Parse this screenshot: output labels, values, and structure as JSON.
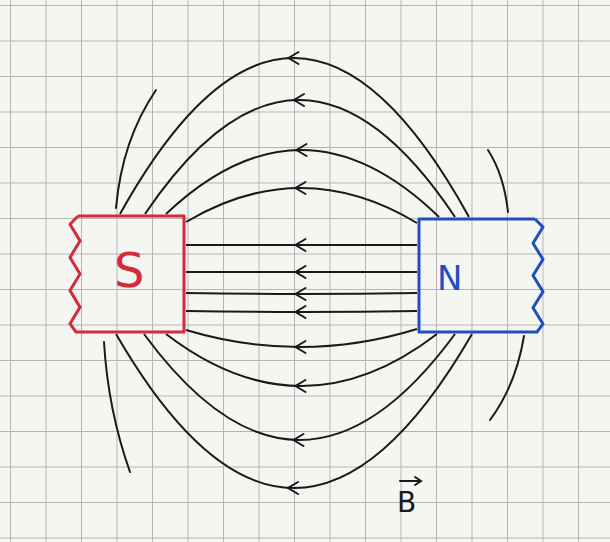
{
  "diagram": {
    "nodes": [
      {
        "text": [
          "S"
        ]
      },
      {
        "text": [
          "N"
        ]
      }
    ],
    "edges": [
      {
        "from": 1,
        "to": 0,
        "arrow": "to"
      },
      {
        "from": 1,
        "to": 0,
        "arrow": "to"
      },
      {
        "from": 1,
        "to": 0,
        "arrow": "to"
      },
      {
        "from": 1,
        "to": 0,
        "arrow": "to"
      },
      {
        "from": 1,
        "to": 0,
        "arrow": "to"
      },
      {
        "from": 1,
        "to": 0,
        "arrow": "to"
      },
      {
        "from": 1,
        "to": 0,
        "arrow": "to"
      },
      {
        "from": 1,
        "to": 0,
        "arrow": "to"
      },
      {
        "from": 1,
        "to": 0,
        "arrow": "to"
      },
      {
        "from": 1,
        "to": 0,
        "arrow": "to"
      },
      {
        "from": 1,
        "to": 0,
        "arrow": "to"
      },
      {
        "from": 1,
        "to": 0,
        "arrow": "to"
      }
    ],
    "labels": [
      "B"
    ]
  }
}
